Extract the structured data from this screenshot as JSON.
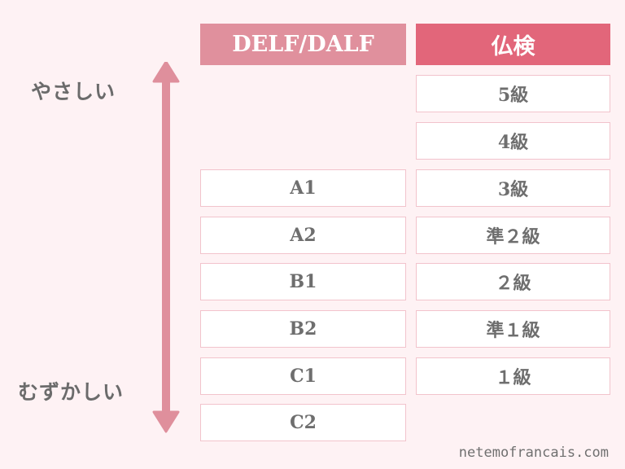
{
  "headers": {
    "delf": "DELF/DALF",
    "futsuken": "仏検"
  },
  "labels": {
    "easy": "やさしい",
    "hard": "むずかしい"
  },
  "colors": {
    "delf_header": "#e0909d",
    "futsuken_header": "#e2667a",
    "arrow": "#df8f9c",
    "background": "#fef2f4",
    "cell_border": "#f2c3cc"
  },
  "delf_levels": [
    "A1",
    "A2",
    "B1",
    "B2",
    "C1",
    "C2"
  ],
  "futsuken_levels": [
    "5級",
    "4級",
    "3級",
    "準２級",
    "２級",
    "準１級",
    "１級"
  ],
  "footer": "netemofrancais.com"
}
